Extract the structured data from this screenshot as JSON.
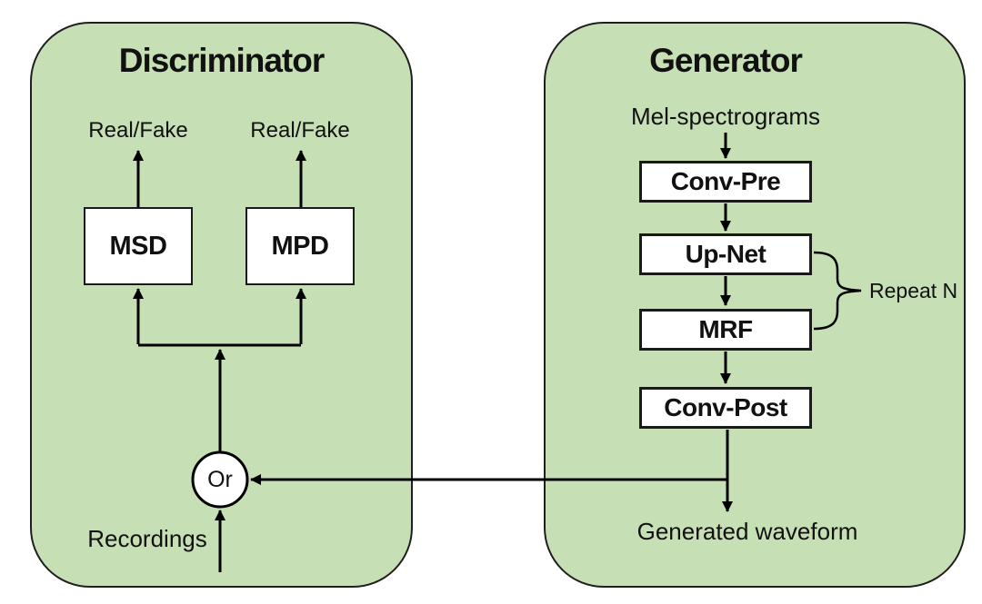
{
  "discriminator": {
    "title": "Discriminator",
    "outputs": [
      "Real/Fake",
      "Real/Fake"
    ],
    "msd_label": "MSD",
    "mpd_label": "MPD",
    "or_label": "Or",
    "recordings_label": "Recordings"
  },
  "generator": {
    "title": "Generator",
    "input_label": "Mel-spectrograms",
    "conv_pre_label": "Conv-Pre",
    "up_net_label": "Up-Net",
    "mrf_label": "MRF",
    "conv_post_label": "Conv-Post",
    "repeat_label": "Repeat N",
    "output_label": "Generated waveform"
  },
  "colors": {
    "panel_fill": "#c6dfb4",
    "panel_border": "#1f1f1f",
    "line": "#000000",
    "box_fill": "#ffffff",
    "box_border": "#1a1a1a",
    "text": "#111111"
  }
}
